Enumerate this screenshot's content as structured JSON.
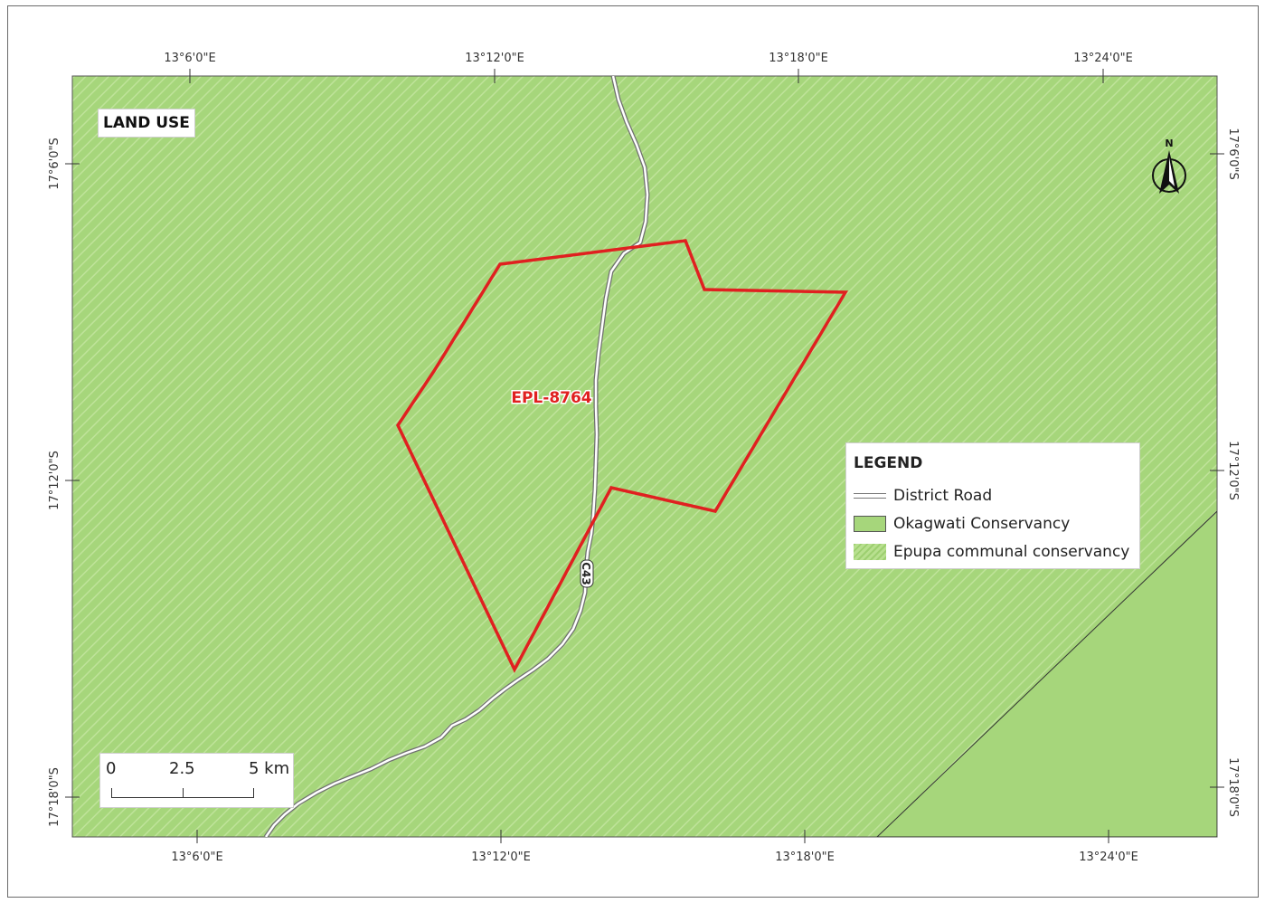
{
  "title": "LAND USE",
  "north_label": "N",
  "top_ticks": [
    "13°6'0\"E",
    "13°12'0\"E",
    "13°18'0\"E",
    "13°24'0\"E"
  ],
  "bottom_ticks": [
    "13°6'0\"E",
    "13°12'0\"E",
    "13°18'0\"E",
    "13°24'0\"E"
  ],
  "left_ticks": [
    "17°6'0\"S",
    "17°12'0\"S",
    "17°18'0\"S"
  ],
  "right_ticks": [
    "17°6'0\"S",
    "17°12'0\"S",
    "17°18'0\"S"
  ],
  "epl_label": "EPL-8764",
  "road_label": "C43",
  "legend": {
    "title": "LEGEND",
    "items": [
      {
        "label": "District Road"
      },
      {
        "label": "Okagwati Conservancy"
      },
      {
        "label": "Epupa communal conservancy"
      }
    ]
  },
  "scalebar": {
    "labels": [
      "0",
      "2.5",
      "5 km"
    ]
  },
  "colors": {
    "epupa_fill": "#a6d67b",
    "okagwati_fill": "#a6d67b",
    "epl_outline": "#e02020",
    "road": "#ffffff"
  }
}
